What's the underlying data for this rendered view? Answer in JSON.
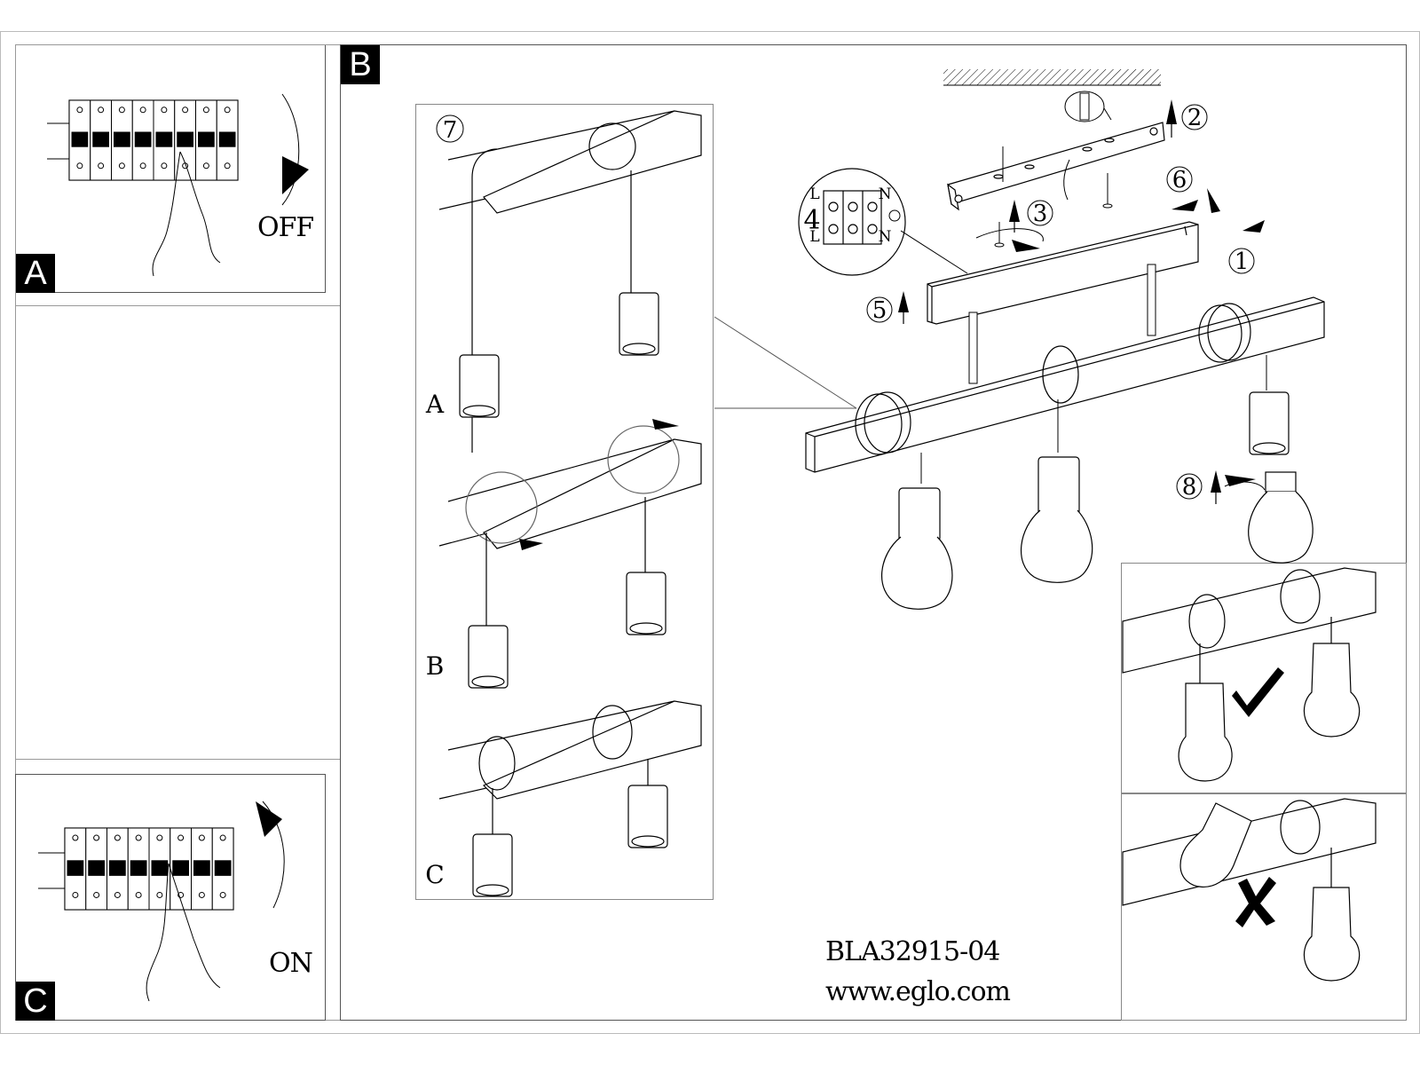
{
  "panels": {
    "a": {
      "letter": "A",
      "switch_label": "OFF"
    },
    "b": {
      "letter": "B"
    },
    "c": {
      "letter": "C",
      "switch_label": "ON"
    }
  },
  "steps": {
    "s1": "1",
    "s2": "2",
    "s3": "3",
    "s4": "4",
    "s5": "5",
    "s6": "6",
    "s7": "7",
    "s8": "8"
  },
  "variants": {
    "a": "A",
    "b": "B",
    "c": "C"
  },
  "terminal": {
    "l_top": "L",
    "n_top": "N",
    "l_bottom": "L",
    "n_bottom": "N"
  },
  "footer": {
    "code": "BLA32915-04",
    "url": "www.eglo.com"
  },
  "icons": {
    "ok": "check-icon",
    "wrong": "cross-icon",
    "earth": "earth-ground-icon"
  },
  "colors": {
    "line": "#000000",
    "frame": "#555555",
    "label_bg": "#000000",
    "label_fg": "#ffffff"
  }
}
